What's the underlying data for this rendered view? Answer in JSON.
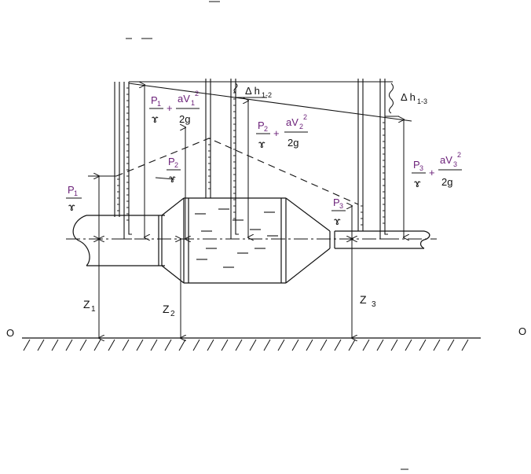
{
  "colors": {
    "line": "#111111",
    "label_accent": "#6a1f78",
    "background": "#ffffff"
  },
  "labels": {
    "datum_left": "O",
    "datum_right": "O",
    "z1": "Z",
    "z1_sub": "1",
    "z2": "Z",
    "z2_sub": "2",
    "z3": "Z",
    "z3_sub": "3",
    "dh12_prefix": "Δ h",
    "dh12_sub": "1-2",
    "dh13_prefix": "Δ h",
    "dh13_sub": "1-3",
    "p": "P",
    "gamma": "ɤ",
    "plus": "+",
    "alpha_v": "aV",
    "sq": "2",
    "two_g": "2g",
    "idx1": "1",
    "idx2": "2",
    "idx3": "3"
  }
}
